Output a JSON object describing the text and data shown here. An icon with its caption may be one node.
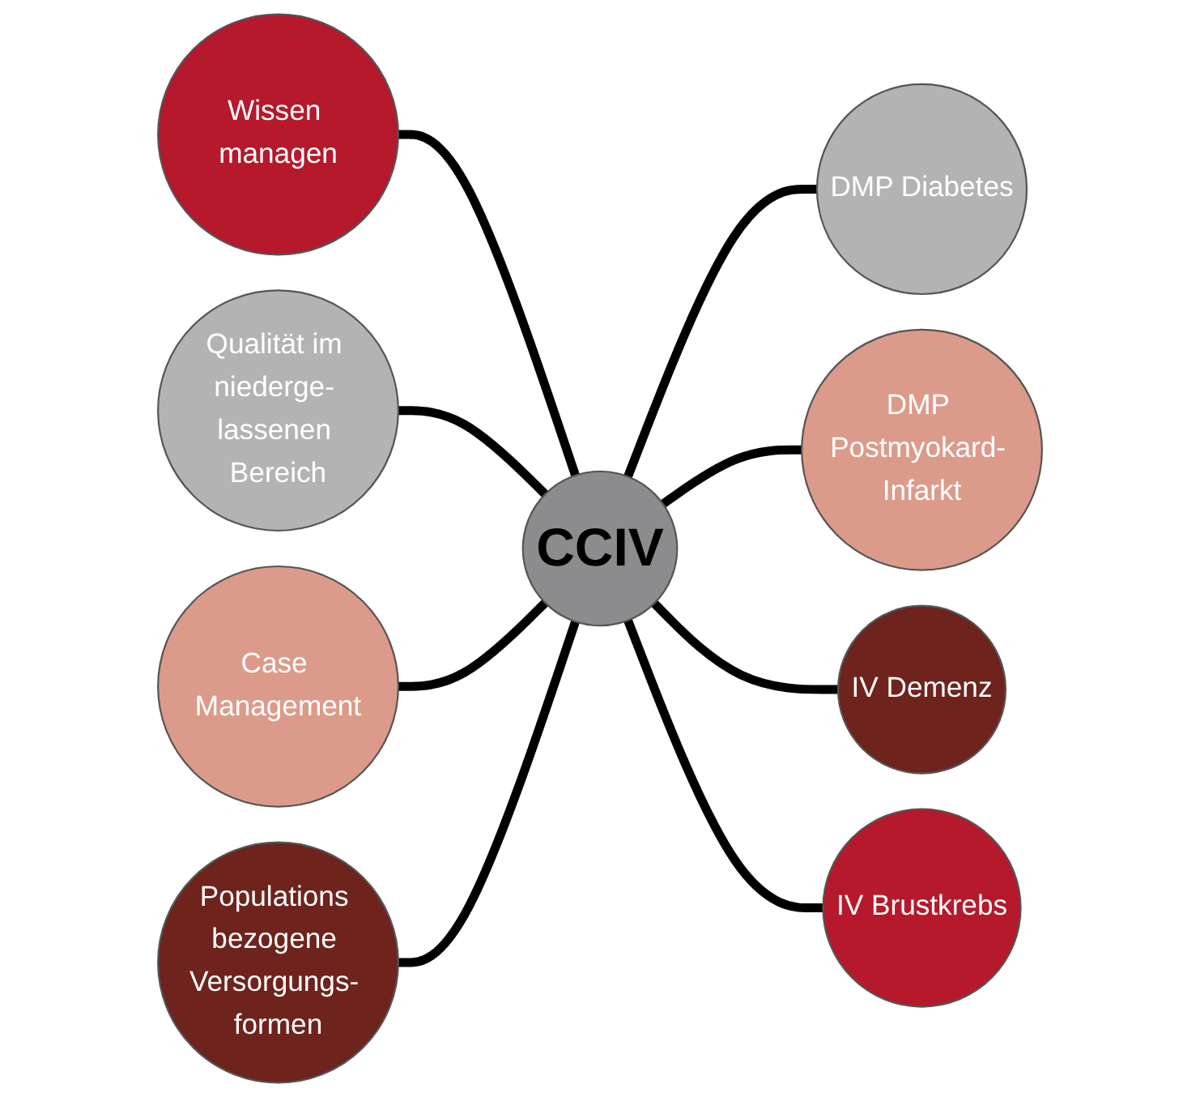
{
  "diagram": {
    "nodes": [
      {
        "text": [
          "CCIV"
        ]
      },
      {
        "text": [
          "Wissen managen"
        ]
      },
      {
        "text": [
          "Populations bezogene Versorgungs- formen"
        ]
      },
      {
        "text": [
          "DMP Diabetes"
        ]
      },
      {
        "text": [
          "Case Management"
        ]
      },
      {
        "text": [
          "DMP Postmyokard- Infarkt"
        ]
      },
      {
        "text": [
          "Qualität im niederge- lassenen Bereich"
        ]
      },
      {
        "text": [
          "IV Demenz"
        ]
      },
      {
        "text": [
          "IV Brustkrebs"
        ]
      }
    ],
    "edges": [
      {
        "from": 1,
        "to": 0,
        "arrow": "none"
      },
      {
        "from": 0,
        "to": 3,
        "arrow": "none"
      },
      {
        "from": 0,
        "to": 5,
        "arrow": "none"
      },
      {
        "from": 0,
        "to": 7,
        "arrow": "none"
      },
      {
        "from": 0,
        "to": 8,
        "arrow": "none"
      },
      {
        "from": 6,
        "to": 0,
        "arrow": "none"
      },
      {
        "from": 4,
        "to": 0,
        "arrow": "none"
      },
      {
        "from": 2,
        "to": 0,
        "arrow": "none"
      }
    ]
  }
}
